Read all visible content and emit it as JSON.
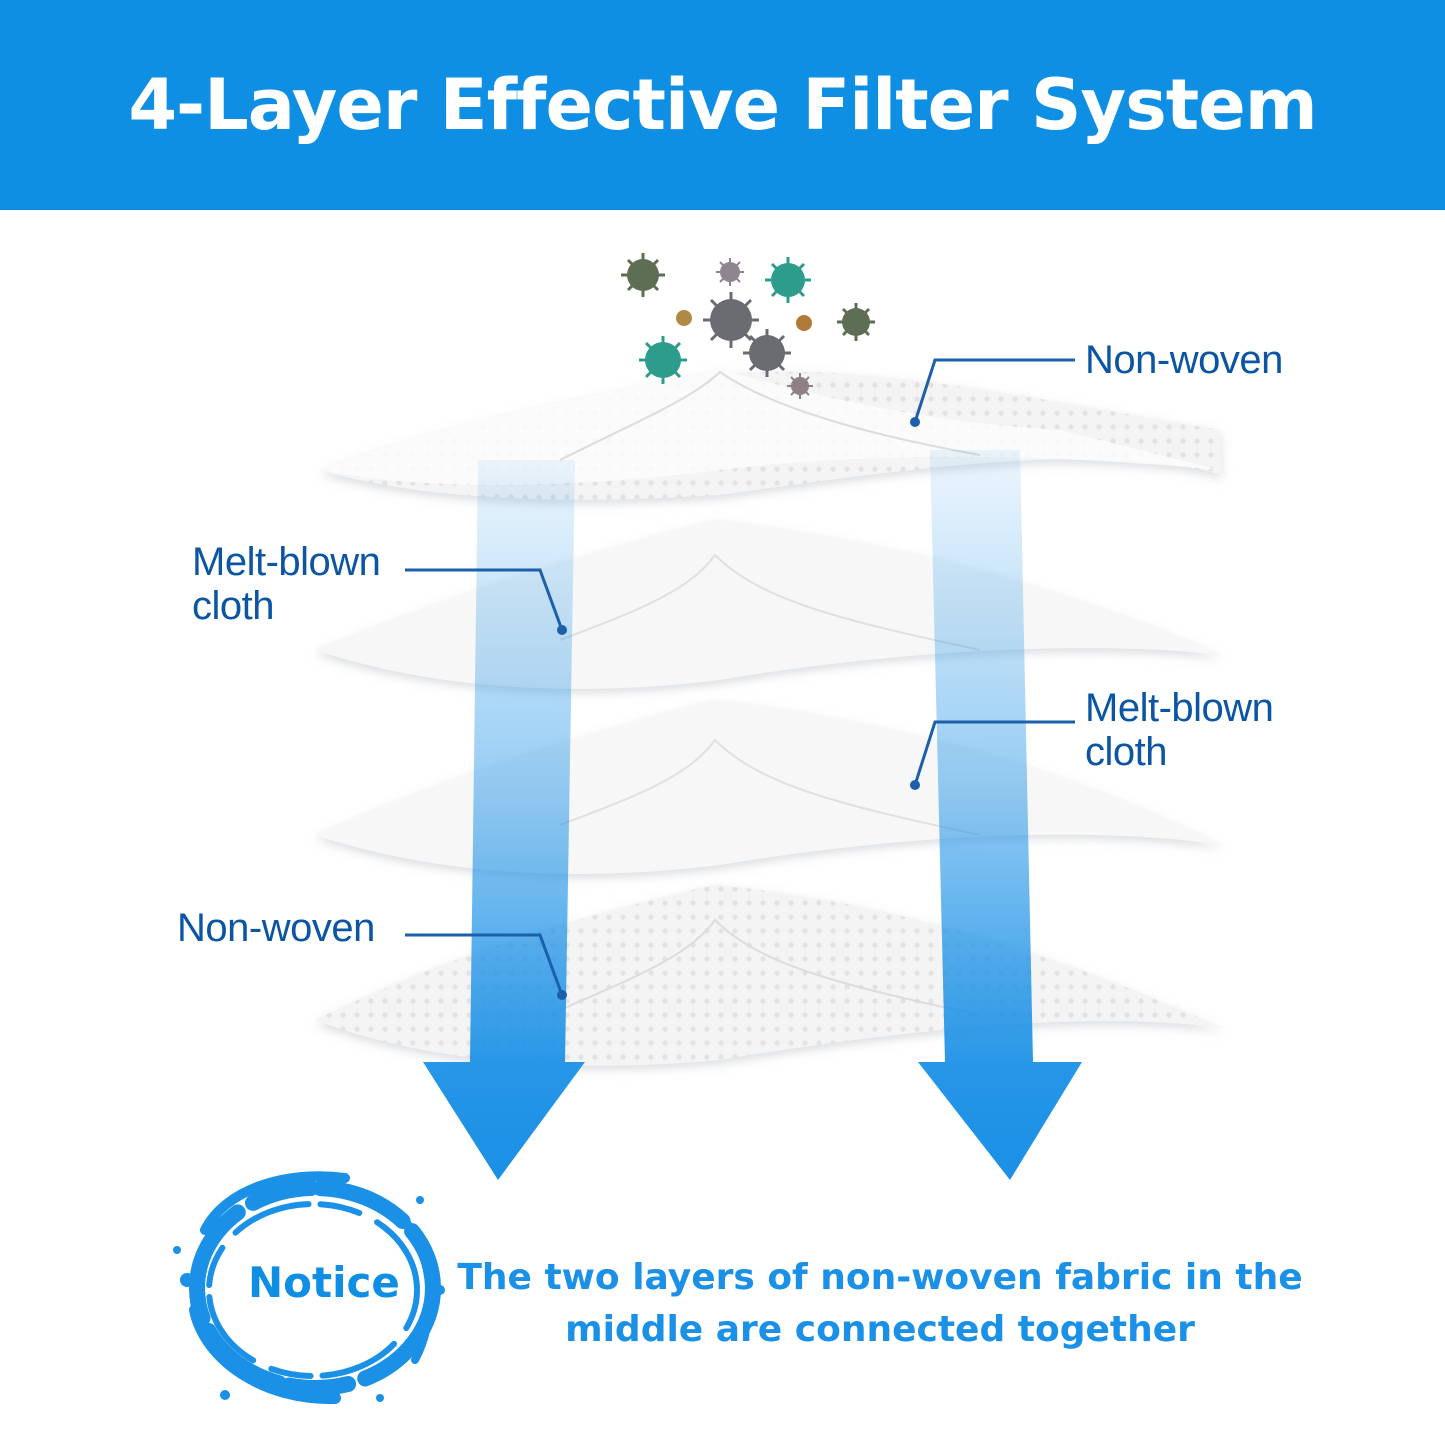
{
  "header": {
    "title": "4-Layer Effective Filter System"
  },
  "layers": [
    {
      "label": "Non-woven"
    },
    {
      "label": "Melt-blown\ncloth"
    },
    {
      "label": "Melt-blown\ncloth"
    },
    {
      "label": "Non-woven"
    }
  ],
  "notice": {
    "badge": "Notice",
    "message": "The two layers of non-woven fabric in the middle are connected together"
  },
  "colors": {
    "header": "#0e8fe4",
    "arrow": "#1a90e6",
    "label": "#0b55a3"
  }
}
